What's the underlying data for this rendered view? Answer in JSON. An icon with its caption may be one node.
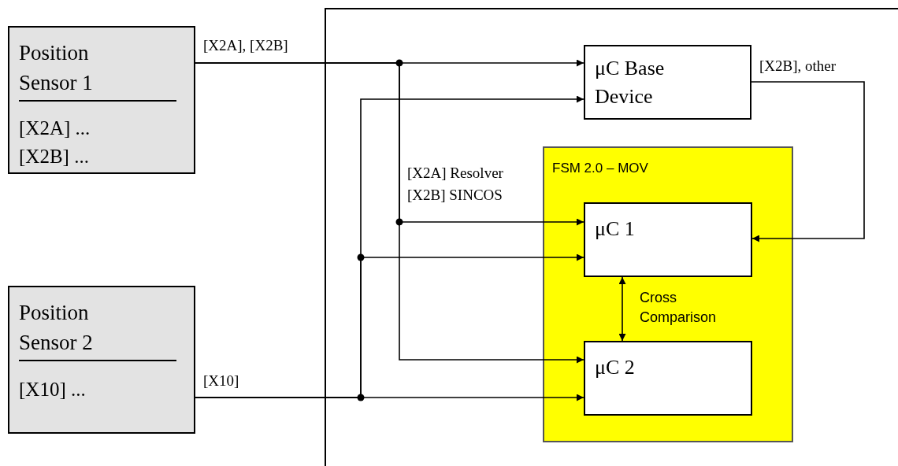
{
  "diagram": {
    "nodes": [
      {
        "text": [
          "Position Sensor 1",
          "[X2A] ...",
          "[X2B] ..."
        ]
      },
      {
        "text": [
          "Position Sensor 2",
          "[X10] ..."
        ]
      },
      {
        "text": [
          "μC Base Device"
        ]
      },
      {
        "text": [
          "FSM 2.0 – MOV"
        ]
      },
      {
        "text": [
          "μC 1"
        ],
        "in": 3
      },
      {
        "text": [
          "μC 2"
        ],
        "in": 3
      }
    ],
    "edges": [
      {
        "from": 0,
        "to": 2,
        "arrow": "to",
        "label": "[X2A], [X2B]"
      },
      {
        "from": 0,
        "to": 4,
        "arrow": "to",
        "label": "[X2A] Resolver [X2B] SINCOS"
      },
      {
        "from": 0,
        "to": 5,
        "arrow": "to"
      },
      {
        "from": 1,
        "to": 5,
        "arrow": "to",
        "label": "[X10]"
      },
      {
        "from": 1,
        "to": 4,
        "arrow": "to"
      },
      {
        "from": 1,
        "to": 2,
        "arrow": "to"
      },
      {
        "from": 2,
        "to": 4,
        "arrow": "to",
        "label": "[X2B], other"
      },
      {
        "from": 4,
        "to": 5,
        "arrow": "both",
        "label": "Cross Comparison"
      }
    ]
  }
}
